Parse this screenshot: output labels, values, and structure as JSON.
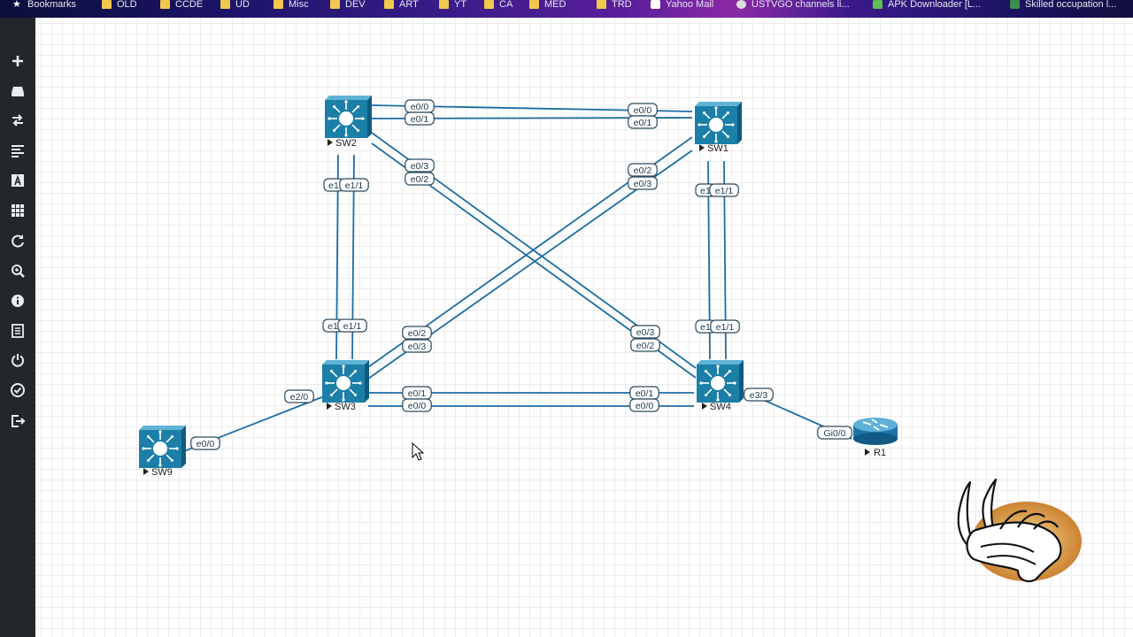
{
  "bookmarks": [
    {
      "label": "Bookmarks",
      "icon": "star-icon"
    },
    {
      "label": "OLD",
      "icon": "folder-icon"
    },
    {
      "label": "CCDE",
      "icon": "folder-icon"
    },
    {
      "label": "UD",
      "icon": "folder-icon"
    },
    {
      "label": "Misc",
      "icon": "folder-icon"
    },
    {
      "label": "DEV",
      "icon": "folder-icon"
    },
    {
      "label": "ART",
      "icon": "folder-icon"
    },
    {
      "label": "YT",
      "icon": "folder-icon"
    },
    {
      "label": "CA",
      "icon": "folder-icon"
    },
    {
      "label": "MED",
      "icon": "folder-icon"
    },
    {
      "label": "TRD",
      "icon": "folder-icon"
    },
    {
      "label": "Yahoo Mail",
      "icon": "mail-icon"
    },
    {
      "label": "USTVGO channels li...",
      "icon": "web-icon"
    },
    {
      "label": "APK Downloader [L...",
      "icon": "apk-icon"
    },
    {
      "label": "Skilled occupation l...",
      "icon": "doc-icon"
    }
  ],
  "sidebar": [
    {
      "name": "add-object",
      "icon": "plus-icon"
    },
    {
      "name": "nodes",
      "icon": "drive-icon"
    },
    {
      "name": "networks",
      "icon": "arrows-icon"
    },
    {
      "name": "startup-configs",
      "icon": "align-icon"
    },
    {
      "name": "text",
      "icon": "text-icon"
    },
    {
      "name": "pictures",
      "icon": "grid-icon"
    },
    {
      "name": "refresh",
      "icon": "refresh-icon"
    },
    {
      "name": "zoom",
      "icon": "zoom-icon"
    },
    {
      "name": "status",
      "icon": "info-icon"
    },
    {
      "name": "lab-details",
      "icon": "list-icon"
    },
    {
      "name": "power",
      "icon": "power-icon"
    },
    {
      "name": "check",
      "icon": "check-icon"
    },
    {
      "name": "close-lab",
      "icon": "logout-icon"
    }
  ],
  "nodes": {
    "SW1": {
      "label": "SW1",
      "type": "switch"
    },
    "SW2": {
      "label": "SW2",
      "type": "switch"
    },
    "SW3": {
      "label": "SW3",
      "type": "switch"
    },
    "SW4": {
      "label": "SW4",
      "type": "switch"
    },
    "SW9": {
      "label": "SW9",
      "type": "switch"
    },
    "R1": {
      "label": "R1",
      "type": "router"
    }
  },
  "links": [
    {
      "a": "SW2",
      "b": "SW1",
      "a_if": "e0/0",
      "b_if": "e0/0"
    },
    {
      "a": "SW2",
      "b": "SW1",
      "a_if": "e0/1",
      "b_if": "e0/1"
    },
    {
      "a": "SW2",
      "b": "SW4",
      "a_if": "e0/3",
      "b_if": "e0/3"
    },
    {
      "a": "SW2",
      "b": "SW4",
      "a_if": "e0/2",
      "b_if": "e0/2"
    },
    {
      "a": "SW1",
      "b": "SW3",
      "a_if": "e0/2",
      "b_if": "e0/2"
    },
    {
      "a": "SW1",
      "b": "SW3",
      "a_if": "e0/3",
      "b_if": "e0/3"
    },
    {
      "a": "SW2",
      "b": "SW3",
      "a_if": "e1",
      "b_if": "e1"
    },
    {
      "a": "SW2",
      "b": "SW3",
      "a_if": "e1/1",
      "b_if": "e1/1"
    },
    {
      "a": "SW1",
      "b": "SW4",
      "a_if": "e1",
      "b_if": "e1"
    },
    {
      "a": "SW1",
      "b": "SW4",
      "a_if": "e1/1",
      "b_if": "e1/1"
    },
    {
      "a": "SW3",
      "b": "SW4",
      "a_if": "e0/1",
      "b_if": "e0/1"
    },
    {
      "a": "SW3",
      "b": "SW4",
      "a_if": "e0/0",
      "b_if": "e0/0"
    },
    {
      "a": "SW9",
      "b": "SW3",
      "a_if": "e0/0",
      "b_if": "e2/0"
    },
    {
      "a": "SW4",
      "b": "R1",
      "a_if": "e3/3",
      "b_if": "Gi0/0"
    }
  ],
  "colors": {
    "link": "#1d6da3",
    "switch": "#1b7fa8",
    "router": "#1c74a6"
  },
  "logo": {
    "name": "phoenix-logo"
  }
}
